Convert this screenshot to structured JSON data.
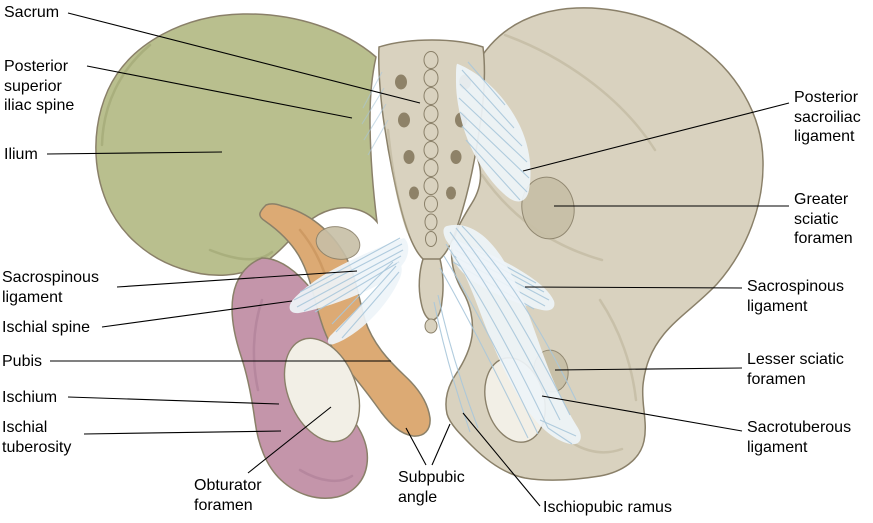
{
  "figure": {
    "labels": {
      "sacrum": "Sacrum",
      "posterior_superior_iliac_spine": "Posterior\nsuperior\niliac spine",
      "ilium": "Ilium",
      "sacrospinous_ligament_left": "Sacrospinous\nligament",
      "ischial_spine": "Ischial spine",
      "pubis": "Pubis",
      "ischium": "Ischium",
      "ischial_tuberosity": "Ischial\ntuberosity",
      "obturator_foramen": "Obturator\nforamen",
      "subpubic_angle": "Subpubic\nangle",
      "ischiopubic_ramus": "Ischiopubic ramus",
      "posterior_sacroiliac_ligament": "Posterior\nsacroiliac\nligament",
      "greater_sciatic_foramen": "Greater\nsciatic\nforamen",
      "sacrospinous_ligament_right": "Sacrospinous\nligament",
      "lesser_sciatic_foramen": "Lesser sciatic\nforamen",
      "sacrotuberous_ligament": "Sacrotuberous\nligament"
    },
    "colors": {
      "background": "#ffffff",
      "bone": "#d9d2bf",
      "bone_dark": "#b4aa8e",
      "bone_hole": "#8e8268",
      "outline": "#8a8069",
      "ilium_green": "#b9bf8e",
      "ilium_green_dark": "#99a06c",
      "ischium_pink": "#c495aa",
      "ischium_pink_dark": "#a87a92",
      "pubis_orange": "#dcaa74",
      "pubis_orange_dark": "#c08a52",
      "foramen_light": "#f2efe6",
      "sciatic_shadow": "#c7bfa6",
      "ligament_fill": "#eef4f8",
      "ligament_fiber": "#a9c6da",
      "label_text": "#000000",
      "leader_line": "#000000"
    }
  }
}
